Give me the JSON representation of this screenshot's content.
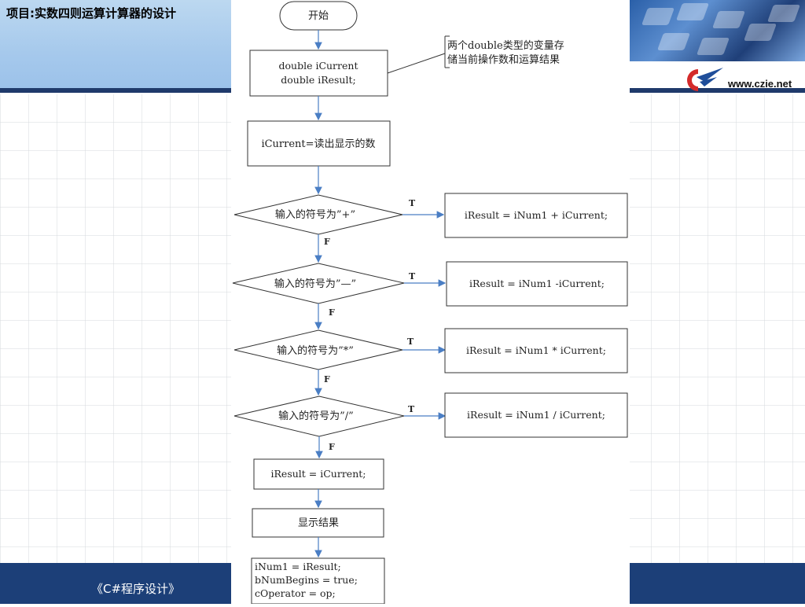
{
  "slide": {
    "title": "项目:实数四则运算计算器的设计",
    "site": "www.czie.net",
    "footer": "《C#程序设计》"
  },
  "colors": {
    "header": "#a6c9ec",
    "band": "#1c3f78",
    "arrow": "#4a7ec4",
    "shape_border": "#333333"
  },
  "flowchart": {
    "start": "开始",
    "declare": [
      "double iCurrent",
      "double iResult;"
    ],
    "note": [
      "两个double类型的变量存",
      "储当前操作数和运算结果"
    ],
    "read": "iCurrent=读出显示的数",
    "decisions": [
      {
        "cond": "输入的符号为”+”",
        "action": "iResult = iNum1 + iCurrent;"
      },
      {
        "cond": "输入的符号为”—”",
        "action": "iResult = iNum1 -iCurrent;"
      },
      {
        "cond": "输入的符号为”*”",
        "action": "iResult = iNum1 * iCurrent;"
      },
      {
        "cond": "输入的符号为”/”",
        "action": "iResult = iNum1 / iCurrent;"
      }
    ],
    "true_label": "T",
    "false_label": "F",
    "default": "iResult = iCurrent;",
    "show": "显示结果",
    "final": [
      "iNum1 = iResult;",
      "bNumBegins = true;",
      "cOperator = op;"
    ]
  }
}
